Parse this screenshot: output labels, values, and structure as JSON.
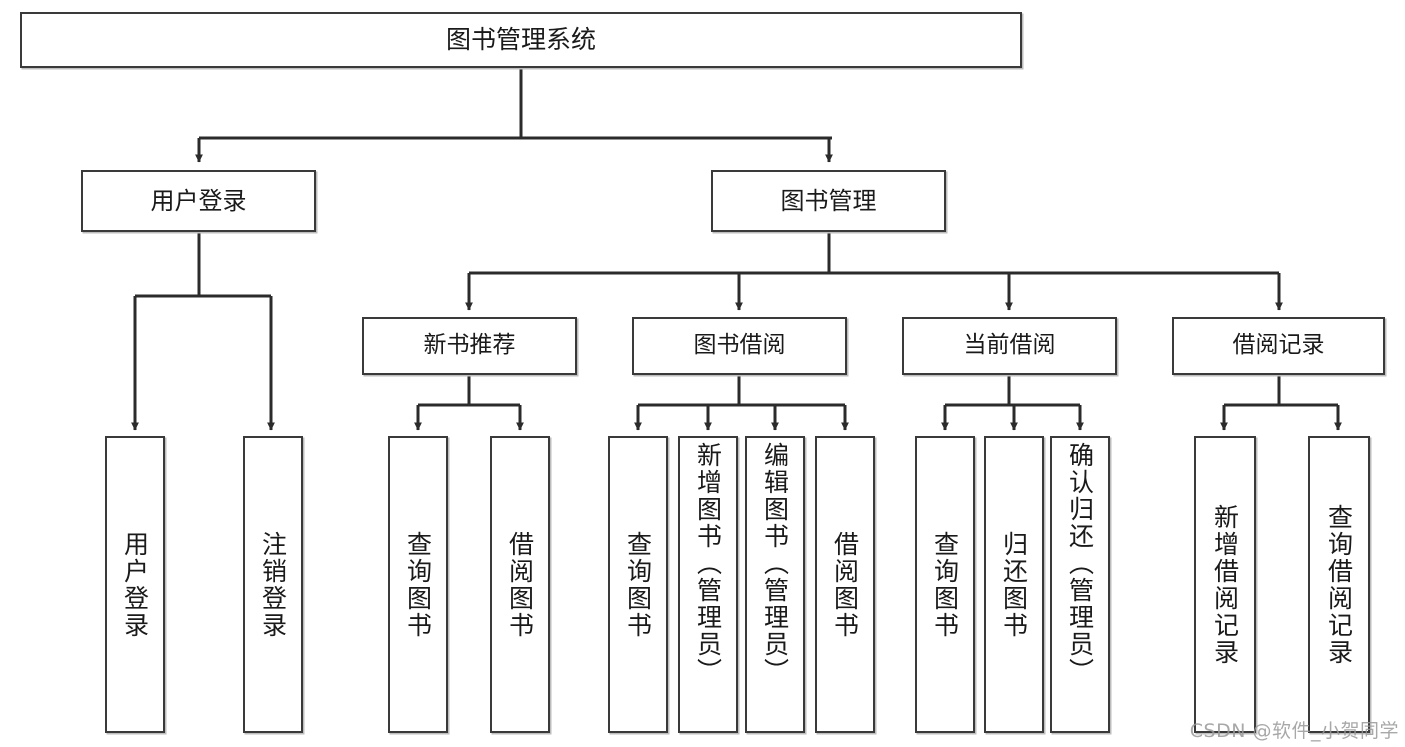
{
  "diagram": {
    "title": "图书管理系统",
    "type": "hierarchy-tree",
    "colors": {
      "box_border": "#3a3a3a",
      "box_fill": "#ffffff",
      "edge": "#2b2b2b",
      "text": "#1a1a1a",
      "watermark": "#9a9a9a"
    },
    "watermark": "CSDN @软件_小贺同学",
    "levels": {
      "root": {
        "label": "图书管理系统"
      },
      "level2": [
        {
          "label": "用户登录"
        },
        {
          "label": "图书管理"
        }
      ],
      "level3": [
        {
          "label": "新书推荐"
        },
        {
          "label": "图书借阅"
        },
        {
          "label": "当前借阅"
        },
        {
          "label": "借阅记录"
        }
      ],
      "leaves": {
        "user_login": [
          {
            "label": "用户登录"
          },
          {
            "label": "注销登录"
          }
        ],
        "new_book_recommend": [
          {
            "label": "查询图书"
          },
          {
            "label": "借阅图书"
          }
        ],
        "book_borrow": [
          {
            "label": "查询图书"
          },
          {
            "label": "新增图书（管理员）"
          },
          {
            "label": "编辑图书（管理员）"
          },
          {
            "label": "借阅图书"
          }
        ],
        "current_borrow": [
          {
            "label": "查询图书"
          },
          {
            "label": "归还图书"
          },
          {
            "label": "确认归还（管理员）"
          }
        ],
        "borrow_record": [
          {
            "label": "新增借阅记录"
          },
          {
            "label": "查询借阅记录"
          }
        ]
      }
    }
  }
}
